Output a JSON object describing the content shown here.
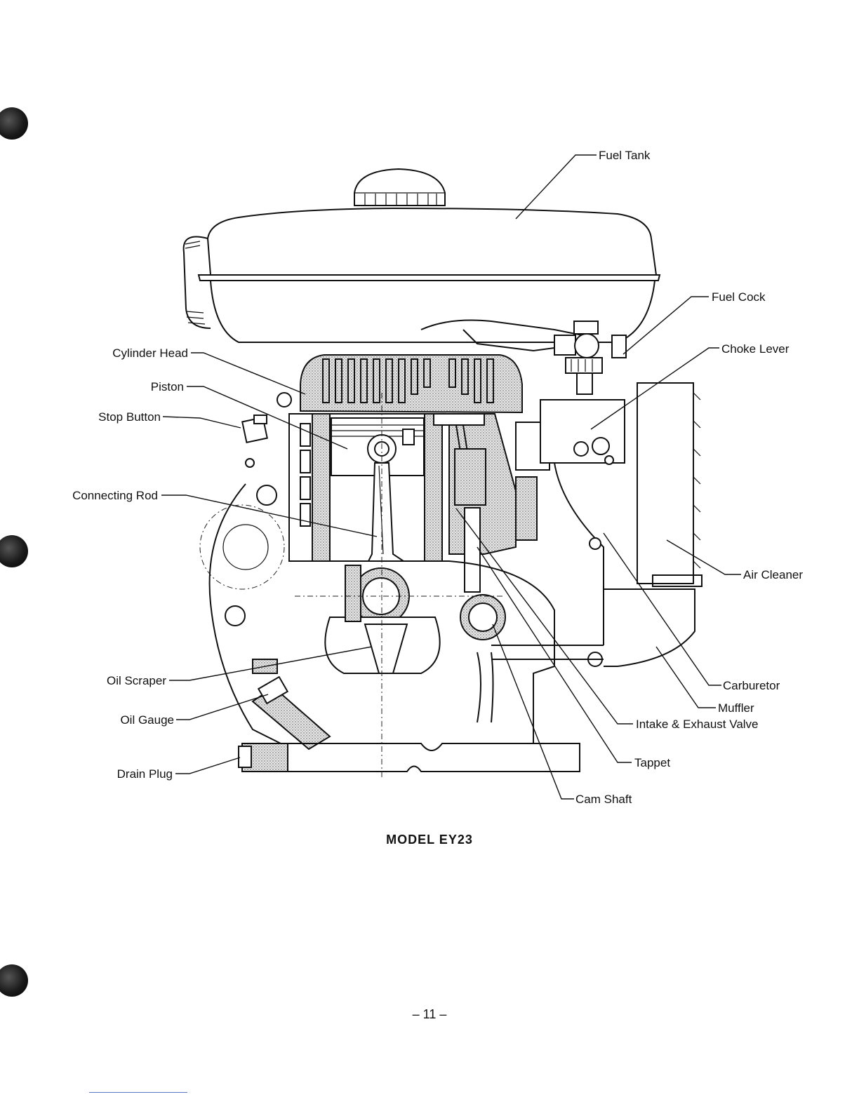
{
  "figure": {
    "caption": "MODEL EY23",
    "labels": {
      "fuel_tank": "Fuel Tank",
      "fuel_cock": "Fuel Cock",
      "choke_lever": "Choke Lever",
      "cylinder_head": "Cylinder Head",
      "piston": "Piston",
      "stop_button": "Stop Button",
      "connecting_rod": "Connecting Rod",
      "air_cleaner": "Air Cleaner",
      "oil_scraper": "Oil Scraper",
      "oil_gauge": "Oil Gauge",
      "drain_plug": "Drain Plug",
      "carburetor": "Carburetor",
      "muffler": "Muffler",
      "intake_exhaust_valve": "Intake & Exhaust Valve",
      "tappet": "Tappet",
      "cam_shaft": "Cam Shaft"
    }
  },
  "page": {
    "number": "– 11 –"
  }
}
